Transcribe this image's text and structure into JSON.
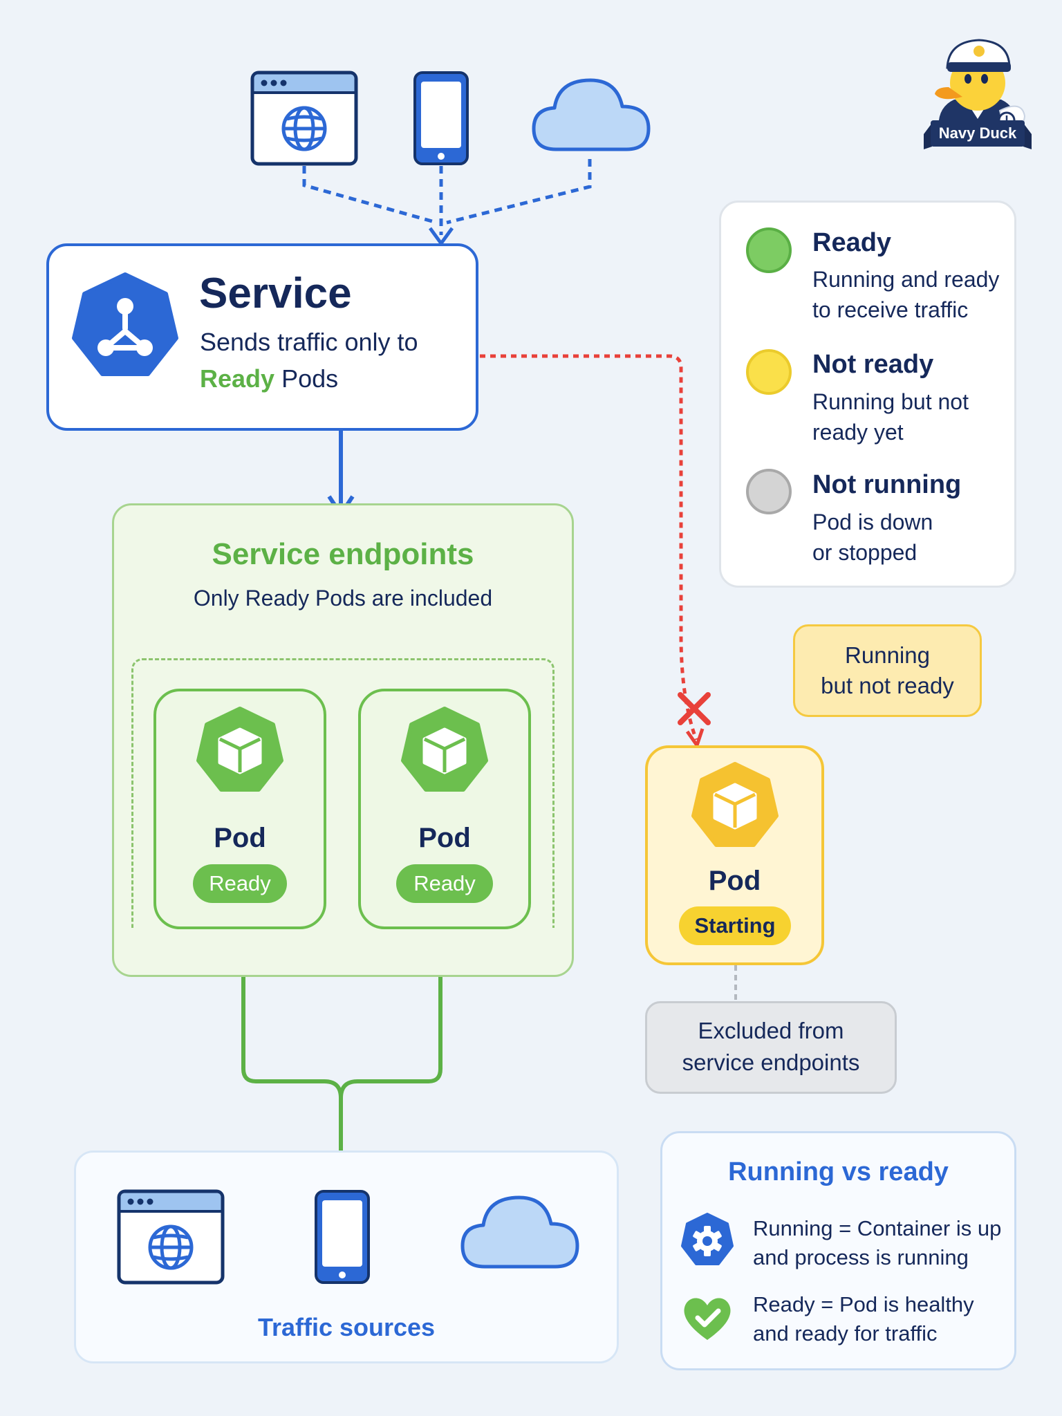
{
  "service": {
    "title": "Service",
    "subtitle": "Sends traffic only to",
    "ready_word": "Ready",
    "pods_word": "Pods"
  },
  "endpoints": {
    "title": "Service endpoints",
    "subtitle": "Only Ready Pods are included",
    "pods": [
      {
        "label": "Pod",
        "status": "Ready"
      },
      {
        "label": "Pod",
        "status": "Ready"
      }
    ]
  },
  "starting_pod": {
    "label": "Pod",
    "status": "Starting"
  },
  "callouts": {
    "running_not_ready": [
      "Running",
      "but not ready"
    ],
    "excluded": [
      "Excluded from",
      "service endpoints"
    ]
  },
  "legend": {
    "items": [
      {
        "title": "Ready",
        "lines": [
          "Running and ready",
          "to receive traffic"
        ],
        "color": "#7dcc63"
      },
      {
        "title": "Not ready",
        "lines": [
          "Running but not",
          "ready yet"
        ],
        "color": "#fae04a"
      },
      {
        "title": "Not running",
        "lines": [
          "Pod is down",
          "or stopped"
        ],
        "color": "#d4d4d4"
      }
    ]
  },
  "traffic_sources": {
    "title": "Traffic sources"
  },
  "running_vs_ready": {
    "title": "Running vs ready",
    "items": [
      {
        "lines": [
          "Running = Container is up",
          "and process is running"
        ],
        "icon": "gear-icon"
      },
      {
        "lines": [
          "Ready = Pod is healthy",
          "and ready for traffic"
        ],
        "icon": "heart-check-icon"
      }
    ]
  },
  "logo": {
    "text": "Navy Duck"
  },
  "colors": {
    "blue": "#2c68d5",
    "green": "#6cbf4e",
    "yellow": "#f5c637",
    "red": "#e8413a",
    "navy": "#15285a"
  }
}
